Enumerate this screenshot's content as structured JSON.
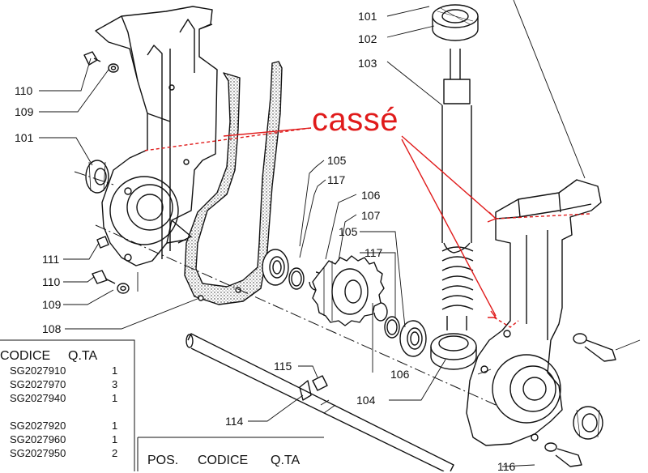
{
  "annotation": "cassé",
  "callouts": {
    "c101_top": "101",
    "c102": "102",
    "c103": "103",
    "c110_a": "110",
    "c109_a": "109",
    "c101_left": "101",
    "c105_a": "105",
    "c117_a": "117",
    "c106_a": "106",
    "c107": "107",
    "c105_b": "105",
    "c117_b": "117",
    "c111": "111",
    "c110_b": "110",
    "c109_b": "109",
    "c108": "108",
    "c106_b": "106",
    "c115": "115",
    "c104": "104",
    "c114": "114",
    "c116": "116"
  },
  "table_left": {
    "headers": [
      "CODICE",
      "Q.TA"
    ],
    "rows": [
      [
        "SG2027910",
        "1"
      ],
      [
        "SG2027970",
        "3"
      ],
      [
        "SG2027940",
        "1"
      ],
      [
        "",
        ""
      ],
      [
        "SG2027920",
        "1"
      ],
      [
        "SG2027960",
        "1"
      ],
      [
        "SG2027950",
        "2"
      ]
    ]
  },
  "table_right": {
    "headers": [
      "POS.",
      "CODICE",
      "Q.TA"
    ]
  }
}
